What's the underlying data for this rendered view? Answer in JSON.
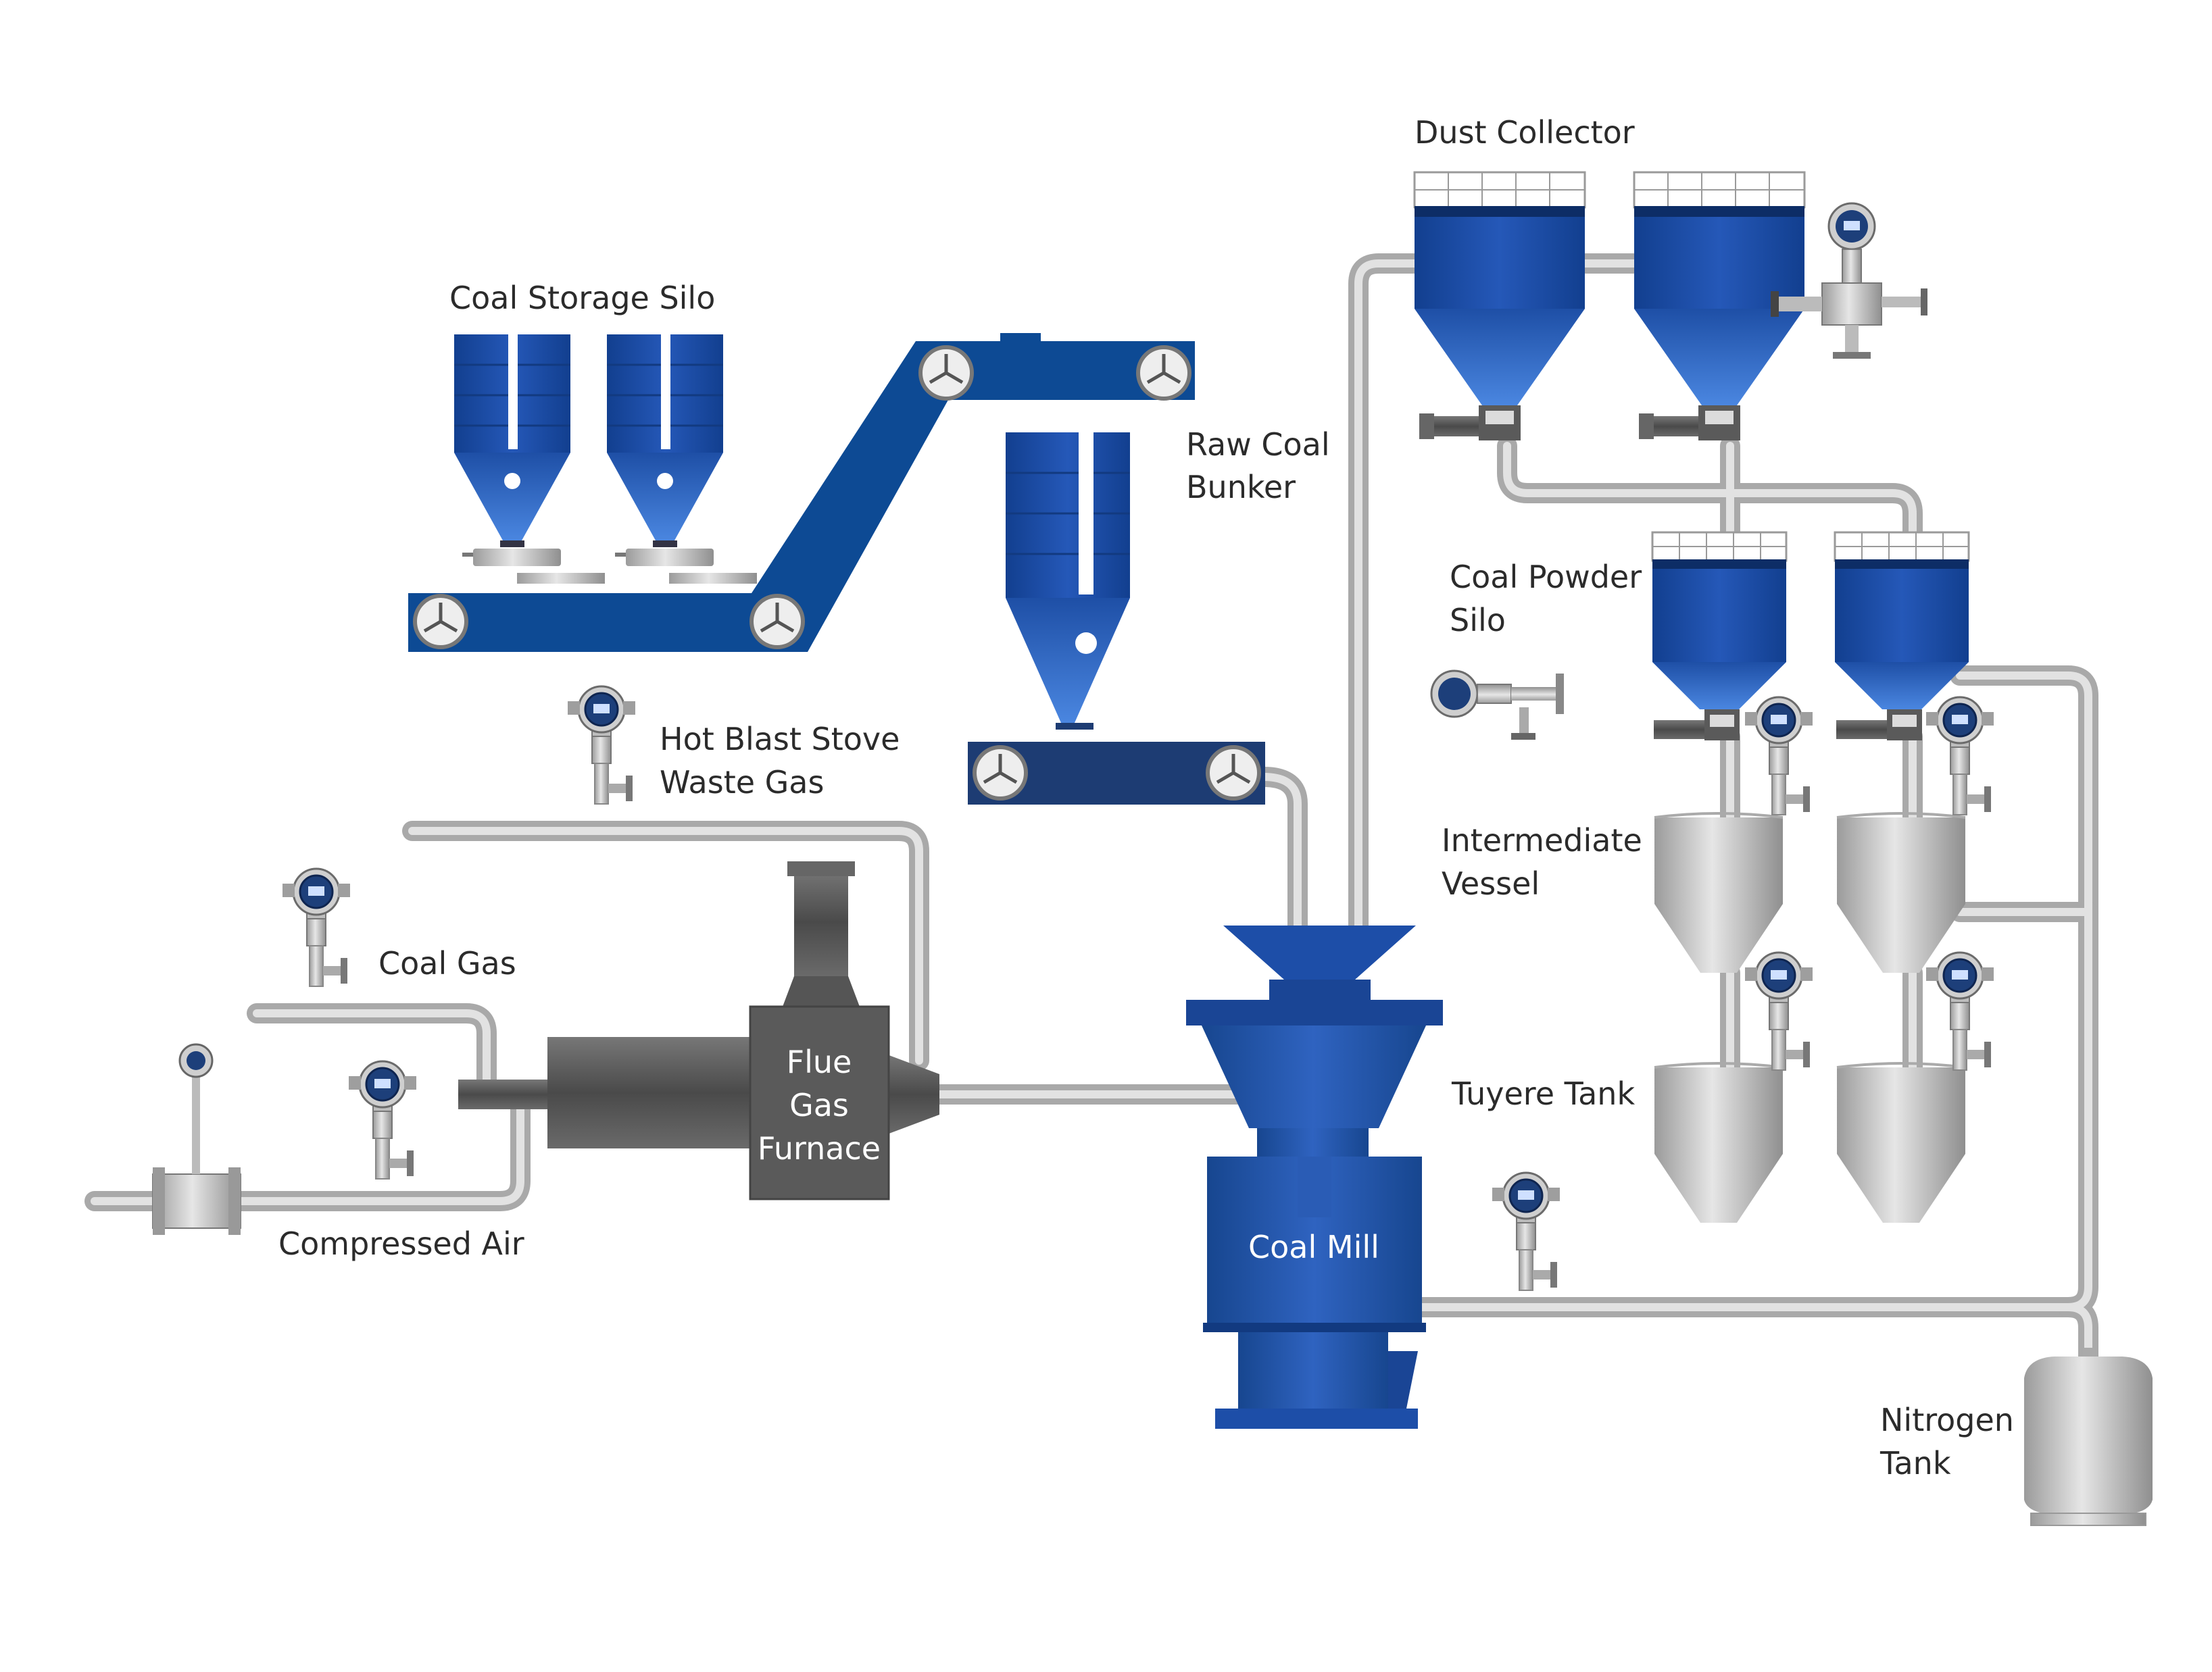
{
  "labels": {
    "coal_storage_silo": "Coal Storage Silo",
    "raw_coal_bunker_1": "Raw Coal",
    "raw_coal_bunker_2": "Bunker",
    "dust_collector": "Dust Collector",
    "coal_powder_silo_1": "Coal Powder",
    "coal_powder_silo_2": "Silo",
    "intermediate_vessel_1": "Intermediate",
    "intermediate_vessel_2": "Vessel",
    "tuyere_tank": "Tuyere Tank",
    "nitrogen_tank_1": "Nitrogen",
    "nitrogen_tank_2": "Tank",
    "hot_blast_1": "Hot Blast Stove",
    "hot_blast_2": "Waste Gas",
    "coal_gas": "Coal Gas",
    "compressed_air": "Compressed Air",
    "furnace_1": "Flue",
    "furnace_2": "Gas",
    "furnace_3": "Furnace",
    "coal_mill": "Coal Mill"
  },
  "colors": {
    "equipment_blue": "#1f4fa8",
    "belt_blue": "#0d4a94",
    "pipe_gray": "#c4c4c4",
    "furnace_gray": "#5e5e5e",
    "vessel_silver": "#c8c8c8"
  }
}
